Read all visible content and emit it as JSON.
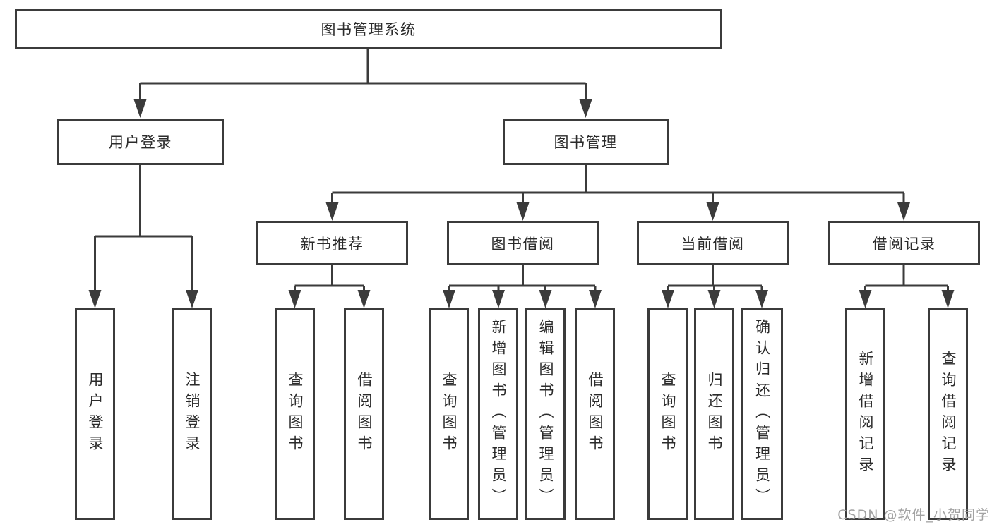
{
  "diagram": {
    "root": {
      "label": "图书管理系统"
    },
    "branches": [
      {
        "label": "用户登录",
        "children": [
          {
            "label": "用户登录"
          },
          {
            "label": "注销登录"
          }
        ]
      },
      {
        "label": "图书管理",
        "children": [
          {
            "label": "新书推荐",
            "children": [
              {
                "label": "查询图书"
              },
              {
                "label": "借阅图书"
              }
            ]
          },
          {
            "label": "图书借阅",
            "children": [
              {
                "label": "查询图书"
              },
              {
                "label": "新增图书（管理员）"
              },
              {
                "label": "编辑图书（管理员）"
              },
              {
                "label": "借阅图书"
              }
            ]
          },
          {
            "label": "当前借阅",
            "children": [
              {
                "label": "查询图书"
              },
              {
                "label": "归还图书"
              },
              {
                "label": "确认归还（管理员）"
              }
            ]
          },
          {
            "label": "借阅记录",
            "children": [
              {
                "label": "新增借阅记录"
              },
              {
                "label": "查询借阅记录"
              }
            ]
          }
        ]
      }
    ],
    "watermark": "CSDN @软件_小贺同学",
    "colors": {
      "line": "#3b3b3b",
      "text": "#2b2b2b",
      "watermark": "#a3a3a3",
      "background": "#ffffff"
    }
  }
}
